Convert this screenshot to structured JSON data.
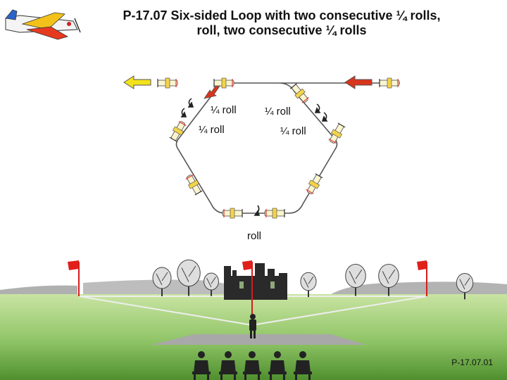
{
  "title": {
    "line1": "P-17.07 Six-sided Loop with two consecutive ¼ rolls,",
    "line2": "roll, two consecutive ¼ rolls"
  },
  "labels": {
    "quarter_roll_upper_left": "¼ roll",
    "quarter_roll_upper_right": "¼ roll",
    "quarter_roll_lower_left": "¼ roll",
    "quarter_roll_lower_right": "¼ roll",
    "roll_bottom": "roll"
  },
  "figure_code": "P-17.07.01",
  "colors": {
    "path": "#555555",
    "entry_arrow": "#d9341c",
    "exit_arrow": "#f2e21a",
    "sky": "#ffffff",
    "grass_light": "#c6e29e",
    "grass_dark": "#5f9e3a",
    "flag": "#e0201a",
    "pilot_area": "#a8a8a8",
    "silhouette": "#222222"
  },
  "icons": [
    "model-airplane-icon",
    "direction-arrow-icon",
    "roll-arrow-icon",
    "flag-icon",
    "tree-icon",
    "castle-icon",
    "pilot-icon",
    "judge-icon"
  ]
}
